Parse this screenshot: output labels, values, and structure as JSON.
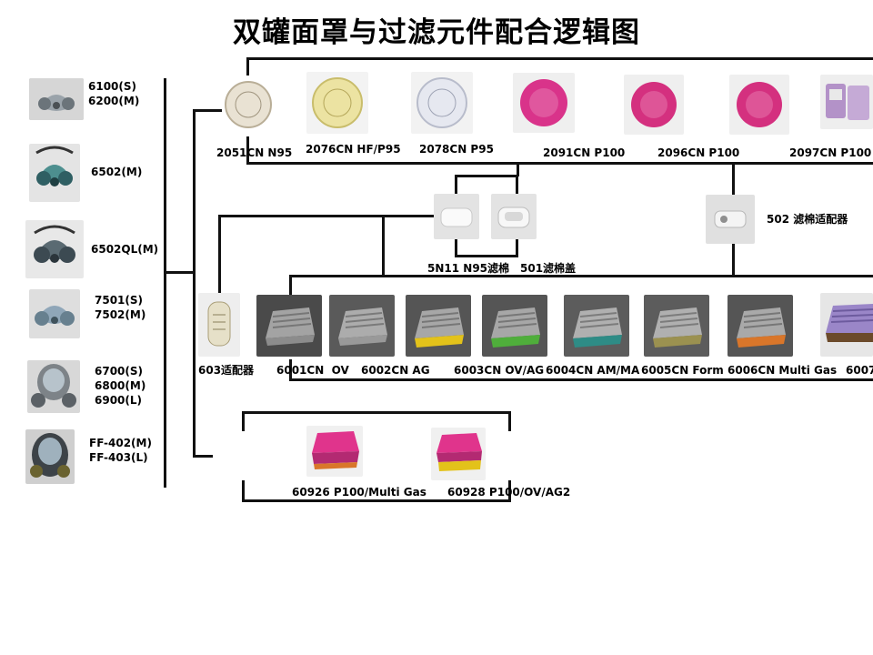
{
  "title": "双罐面罩与过滤元件配合逻辑图",
  "masks": [
    {
      "name": "mask-6100-6200",
      "label": "6100(S)\n6200(M)"
    },
    {
      "name": "mask-6502",
      "label": "6502(M)"
    },
    {
      "name": "mask-6502ql",
      "label": "6502QL(M)"
    },
    {
      "name": "mask-7501-7502",
      "label": "7501(S)\n7502(M)"
    },
    {
      "name": "mask-6700-6900",
      "label": "6700(S)\n6800(M)\n6900(L)"
    },
    {
      "name": "mask-ff402-ff403",
      "label": "FF-402(M)\nFF-403(L)"
    }
  ],
  "particulate_filters": [
    {
      "label": "2051CN N95"
    },
    {
      "label": "2076CN HF/P95"
    },
    {
      "label": "2078CN P95"
    },
    {
      "label": "2091CN P100"
    },
    {
      "label": "2096CN P100"
    },
    {
      "label": "2097CN P100"
    }
  ],
  "accessories": {
    "filter_5n11": "5N11 N95滤棉",
    "retainer_501": "501滤棉盖",
    "adapter_502": "502 滤棉适配器",
    "adapter_603": "603适配器"
  },
  "gas_cartridges": [
    {
      "label": "6001CN  OV"
    },
    {
      "label": "6002CN AG"
    },
    {
      "label": "6003CN OV/AG"
    },
    {
      "label": "6004CN AM/MA"
    },
    {
      "label": "6005CN Form"
    },
    {
      "label": "6006CN Multi Gas"
    },
    {
      "label": "6007"
    }
  ],
  "combo_cartridges": [
    {
      "label": "60926 P100/Multi Gas"
    },
    {
      "label": "60928 P100/OV/AG2"
    }
  ],
  "colors": {
    "line": "#111111",
    "p100_magenta": "#d9338a",
    "cartridge_gray": "#8c8c8c",
    "ag_yellow": "#e3c21a",
    "ovag_green": "#4fae3b",
    "multigas_orange": "#d9762a",
    "form_olive": "#9b9150",
    "amma_teal": "#2e8c86"
  }
}
